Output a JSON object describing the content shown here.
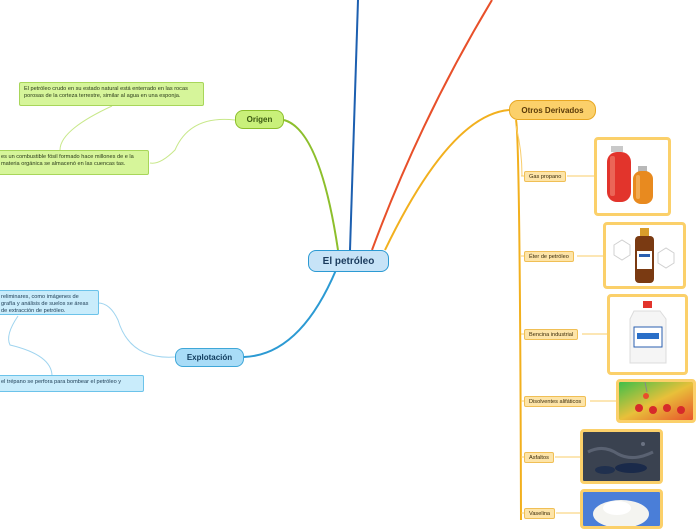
{
  "central": {
    "label": "El petróleo"
  },
  "origen": {
    "label": "Origen",
    "notes": [
      "El petróleo crudo en su estado natural está enterrado en las rocas porosas de la corteza terrestre, similar al agua en una esponja.",
      "es un combustible fósil formado hace millones de e la materia orgánica se almacenó en las cuencas tas."
    ]
  },
  "explotacion": {
    "label": "Explotación",
    "notes": [
      "reliminares, como imágenes de grafía y análisis de suelos se áreas de extracción de petróleo.",
      "el trépano se perfora para bombear el petróleo y"
    ]
  },
  "otros": {
    "label": "Otros Derivados",
    "items": [
      {
        "label": "Gas propano",
        "image": "gas-cylinders-image"
      },
      {
        "label": "Éter de petróleo",
        "image": "ether-bottle-image"
      },
      {
        "label": "Bencina industrial",
        "image": "bencina-bottle-image"
      },
      {
        "label": "Disolventes alifáticos",
        "image": "solvent-drops-image"
      },
      {
        "label": "Asfaltos",
        "image": "asphalt-image"
      },
      {
        "label": "Vaselina",
        "image": "vaseline-image"
      }
    ]
  },
  "colors": {
    "origen": "#8dbf2c",
    "explotacion": "#2c9ad3",
    "otros": "#f2b01e",
    "red": "#e8502a",
    "navy": "#1c5fb0"
  }
}
